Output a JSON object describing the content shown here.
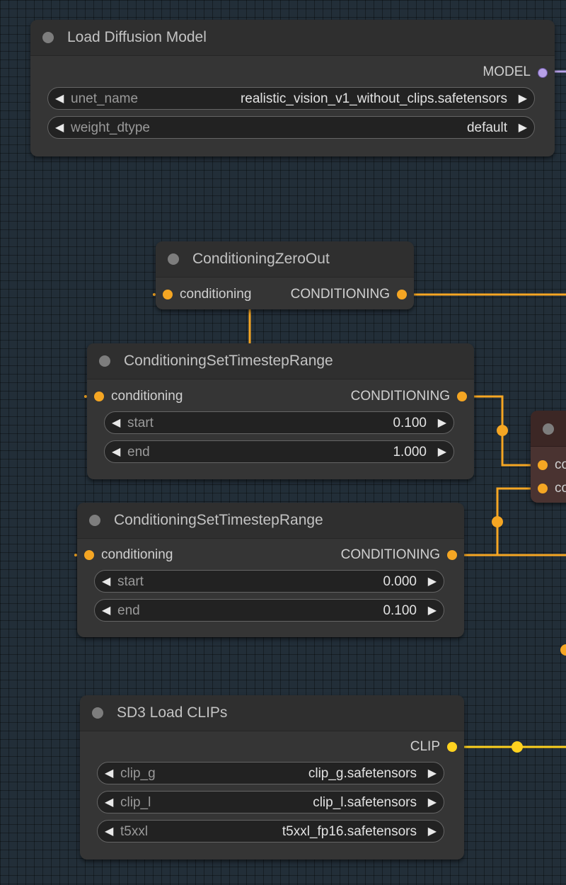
{
  "nodes": {
    "load_diffusion": {
      "title": "Load Diffusion Model",
      "output": "MODEL",
      "widgets": [
        {
          "name": "unet_name",
          "value": "realistic_vision_v1_without_clips.safetensors"
        },
        {
          "name": "weight_dtype",
          "value": "default"
        }
      ]
    },
    "zero_out": {
      "title": "ConditioningZeroOut",
      "input": "conditioning",
      "output": "CONDITIONING"
    },
    "timestep_1": {
      "title": "ConditioningSetTimestepRange",
      "input": "conditioning",
      "output": "CONDITIONING",
      "widgets": [
        {
          "name": "start",
          "value": "0.100"
        },
        {
          "name": "end",
          "value": "1.000"
        }
      ]
    },
    "timestep_2": {
      "title": "ConditioningSetTimestepRange",
      "input": "conditioning",
      "output": "CONDITIONING",
      "widgets": [
        {
          "name": "start",
          "value": "0.000"
        },
        {
          "name": "end",
          "value": "0.100"
        }
      ]
    },
    "sd3_clips": {
      "title": "SD3 Load CLIPs",
      "output": "CLIP",
      "widgets": [
        {
          "name": "clip_g",
          "value": "clip_g.safetensors"
        },
        {
          "name": "clip_l",
          "value": "clip_l.safetensors"
        },
        {
          "name": "t5xxl",
          "value": "t5xxl_fp16.safetensors"
        }
      ]
    },
    "side_node": {
      "inputs": [
        "co",
        "co"
      ]
    }
  },
  "glyphs": {
    "left": "◀",
    "right": "▶"
  },
  "colors": {
    "canvas": "#222e38",
    "node_body": "#353535",
    "conditioning_wire": "#f5a623",
    "clip_wire": "#ffd21f",
    "model_wire": "#b8a1e8",
    "side_node": "#4a3331"
  }
}
